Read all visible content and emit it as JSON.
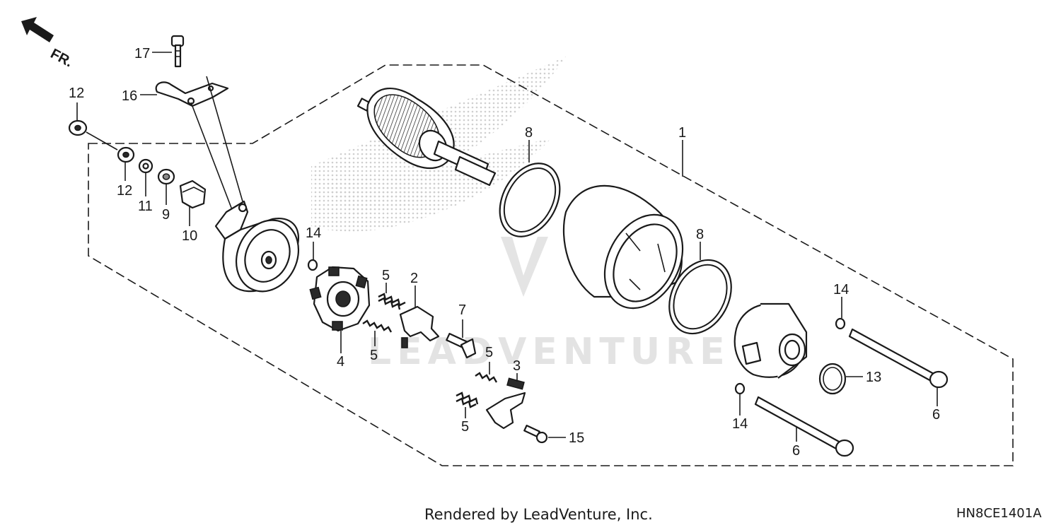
{
  "diagram": {
    "direction_indicator": "FR.",
    "watermark": "LEADVENTURE",
    "footer_credit": "Rendered by LeadVenture, Inc.",
    "diagram_code": "HN8CE1401A",
    "callouts": {
      "c1": "1",
      "c2": "2",
      "c3": "3",
      "c4": "4",
      "c5a": "5",
      "c5b": "5",
      "c5c": "5",
      "c5d": "5",
      "c6a": "6",
      "c6b": "6",
      "c7": "7",
      "c8a": "8",
      "c8b": "8",
      "c9": "9",
      "c10": "10",
      "c11": "11",
      "c12a": "12",
      "c12b": "12",
      "c13": "13",
      "c14a": "14",
      "c14b": "14",
      "c14c": "14",
      "c15": "15",
      "c16": "16",
      "c17": "17"
    }
  }
}
